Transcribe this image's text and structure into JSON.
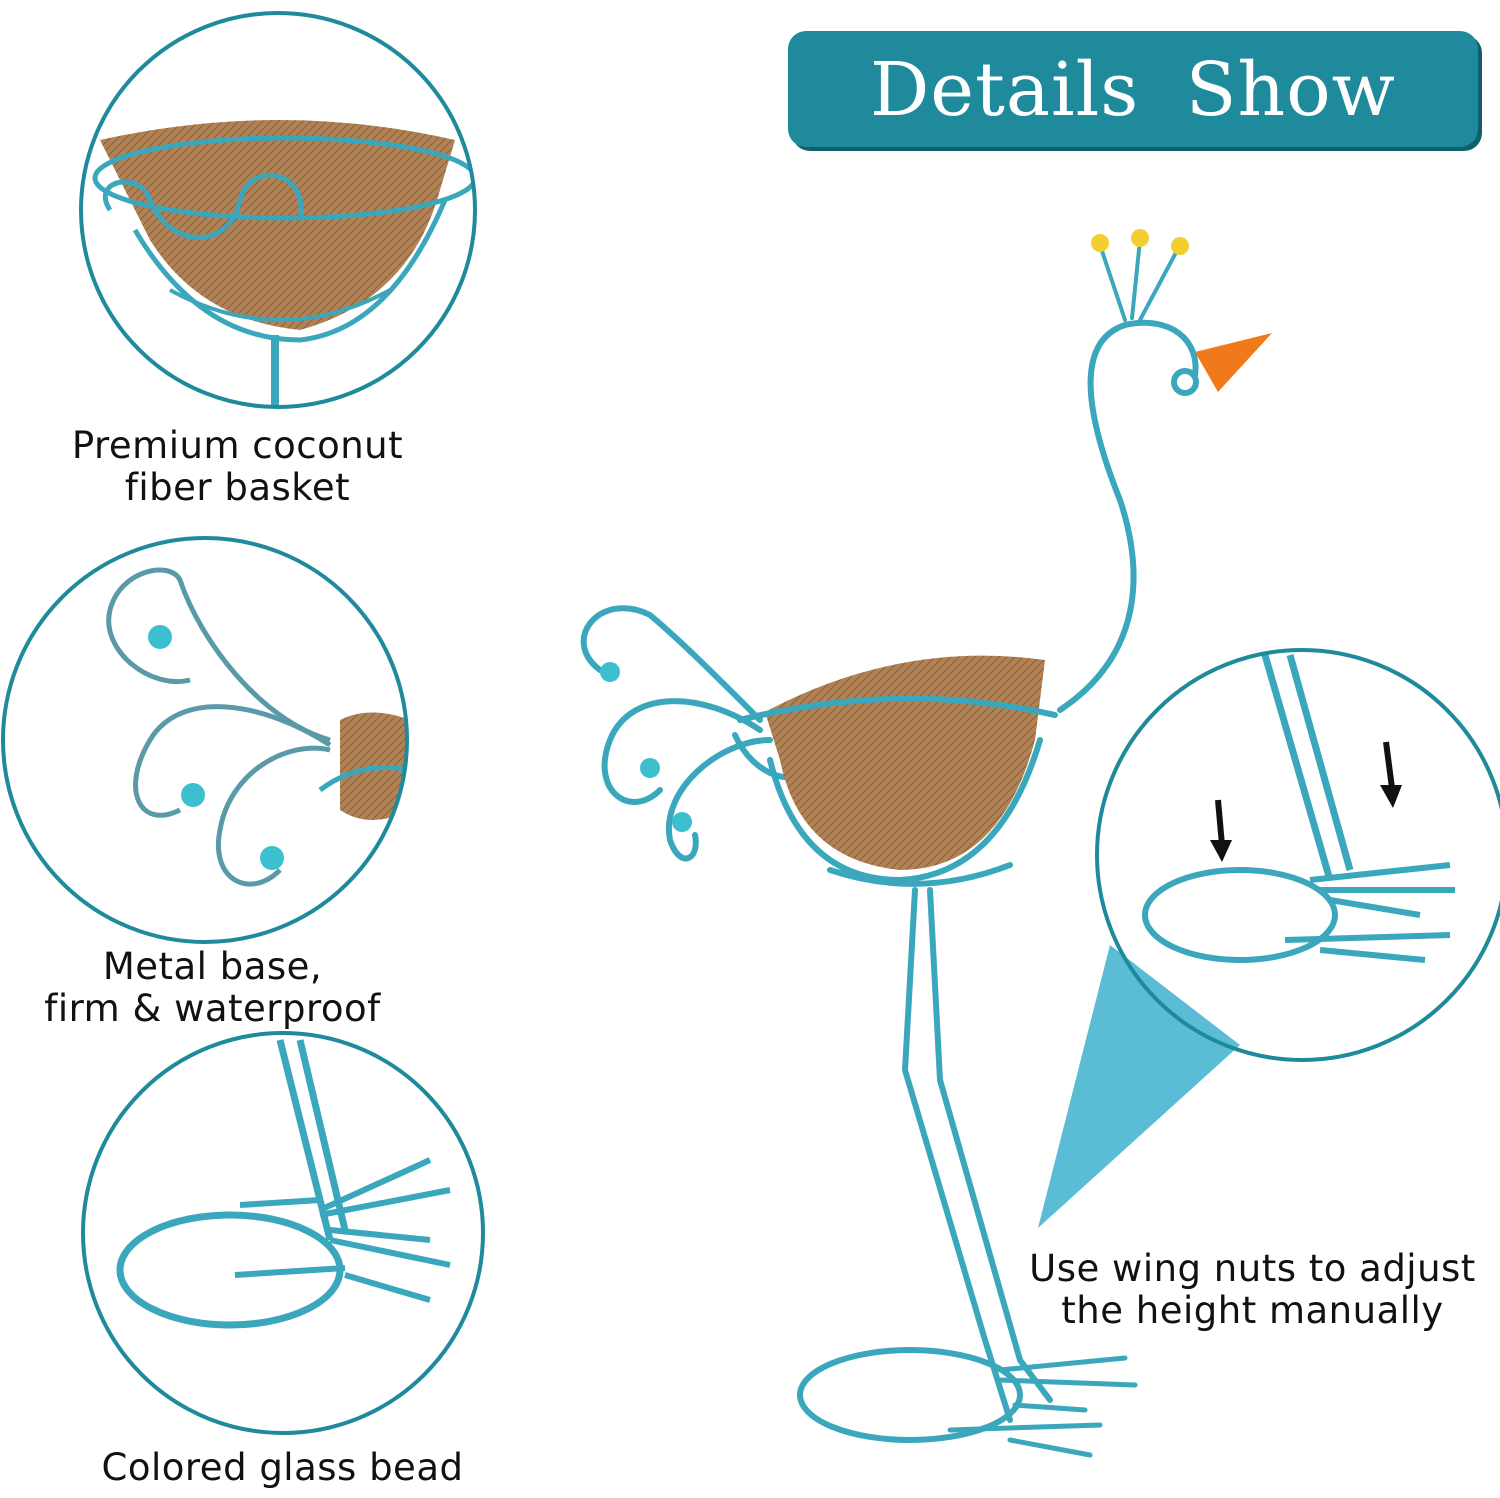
{
  "banner": {
    "title": "Details  Show"
  },
  "captions": {
    "basket_line1": "Premium coconut",
    "basket_line2": "fiber basket",
    "base_line1": "Metal base,",
    "base_line2": "firm & waterproof",
    "bead": "Colored glass bead",
    "wing_nuts_line1": "Use wing nuts to adjust",
    "wing_nuts_line2": "the height manually"
  },
  "colors": {
    "teal_ring": "#1e8a9c",
    "metal_blue": "#3aa7bd",
    "coconut": "#b08256",
    "callout": "#5bbcd6",
    "bead_yellow": "#f2cf2e",
    "beak_orange": "#f07a1a"
  }
}
